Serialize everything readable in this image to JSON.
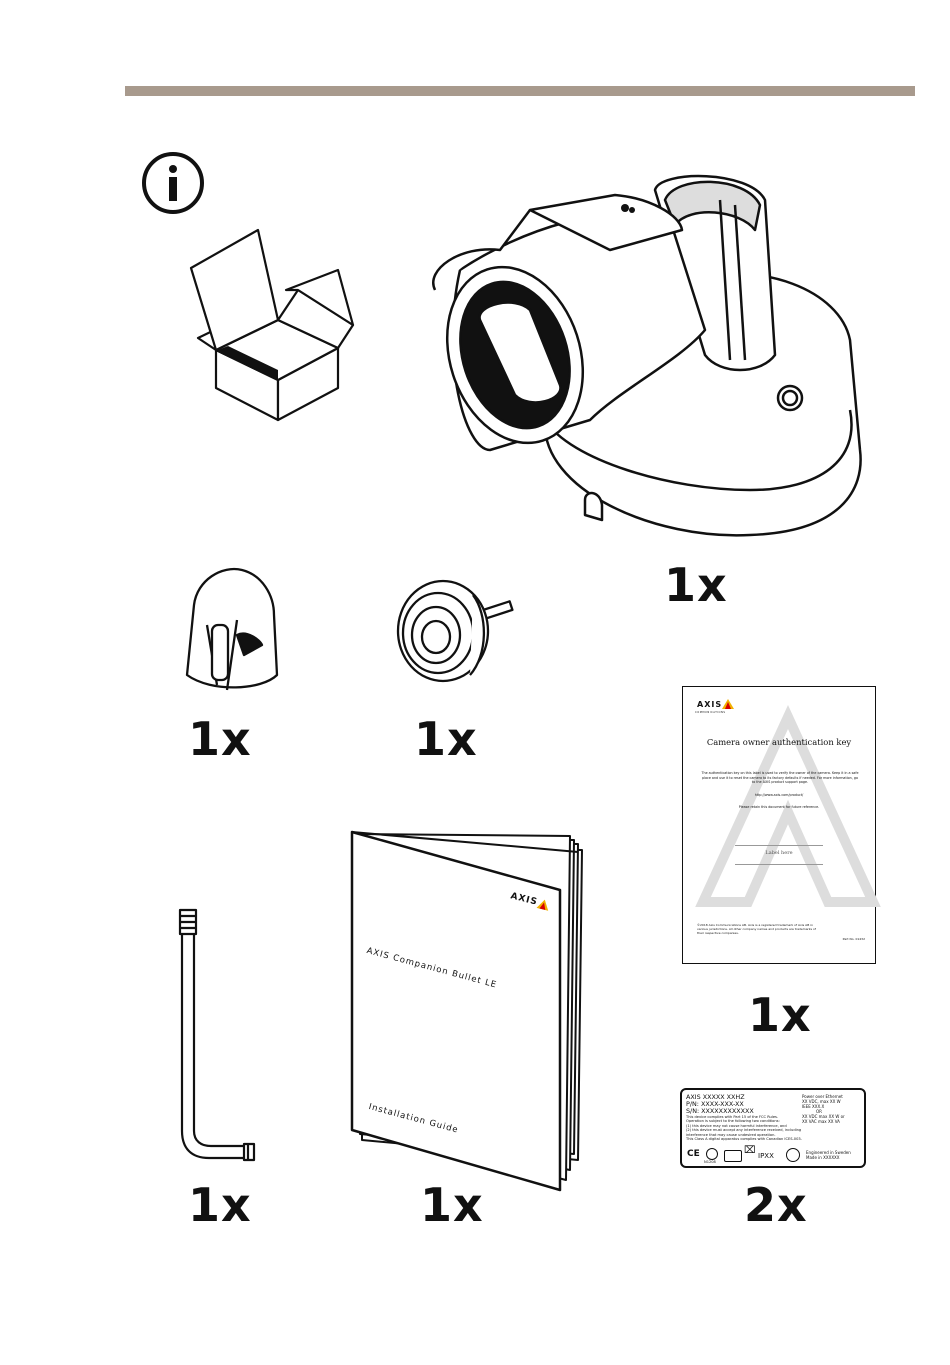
{
  "quantities": {
    "camera": "1x",
    "connector_guard": "1x",
    "cable_gasket": "1x",
    "auth_key": "1x",
    "torx_key": "1x",
    "installation_guide": "1x",
    "product_label": "2x"
  },
  "auth_key_doc": {
    "logo": "AXIS",
    "logo_sub": "COMMUNICATIONS",
    "title": "Camera owner authentication key",
    "body": "The authentication key on this label is used to verify the owner of the camera. Keep it in a safe place and use it to reset the camera to its factory defaults if needed. For more information, go to the AXIS product support page.",
    "url": "http://www.axis.com/product/",
    "keep_note": "Please retain this document for future reference.",
    "label_here": "Label here",
    "footer": "©2018 Axis Communications AB. Axis is a registered trademark of Axis AB in various jurisdictions. All other company names and products are trademarks of their respective companies.",
    "part_no": "Part No. 01432"
  },
  "guide": {
    "logo": "AXIS",
    "title": "AXIS Companion Bullet LE",
    "subtitle": "Installation Guide"
  },
  "product_label": {
    "line1": "AXIS XXXXX XXHZ",
    "line2": "P/N: XXXX-XXX-XX",
    "line3": "S/N: XXXXXXXXXXXX",
    "line4": "This device complies with Part 15 of the FCC Rules.",
    "line5": "Operation is subject to the following two conditions:",
    "line6": "(1) this device may not cause harmful interference, and",
    "line7": "(2) this device must accept any interference received, including",
    "line8": "interference that may cause undesired operation.",
    "line9": "This Class A digital apparatus complies with Canadian ICES-003.",
    "right1": "Power over Ethernet",
    "right2": "XX VDC, max XX W",
    "right3": "IEEE XXX.X",
    "right4": "OR",
    "right5": "XX VDC max XX W or",
    "right6": "XX VAC max XX VA",
    "ip": "IPXX",
    "eng1": "Engineered in Sweden",
    "eng2": "Made in XXXXXX",
    "ce": "CE",
    "n": "N1208"
  }
}
